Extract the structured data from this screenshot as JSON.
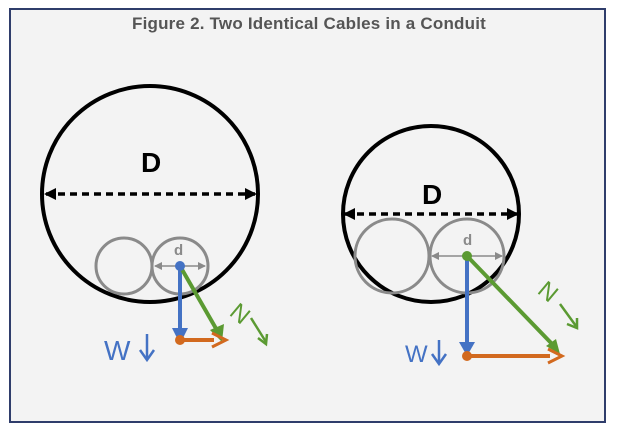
{
  "figure": {
    "title": "Figure 2. Two Identical Cables in a Conduit"
  },
  "labels": {
    "conduit_diameter": "D",
    "cable_diameter": "d",
    "weight": "W",
    "normal": "N"
  },
  "colors": {
    "frame": "#2f3d6b",
    "background": "#f3f3f3",
    "weight_vector": "#4472c4",
    "normal_vector": "#5b9a32",
    "horizontal_vector": "#d2691e",
    "cable_outline": "#8a8a8a",
    "conduit_outline": "#000000"
  }
}
